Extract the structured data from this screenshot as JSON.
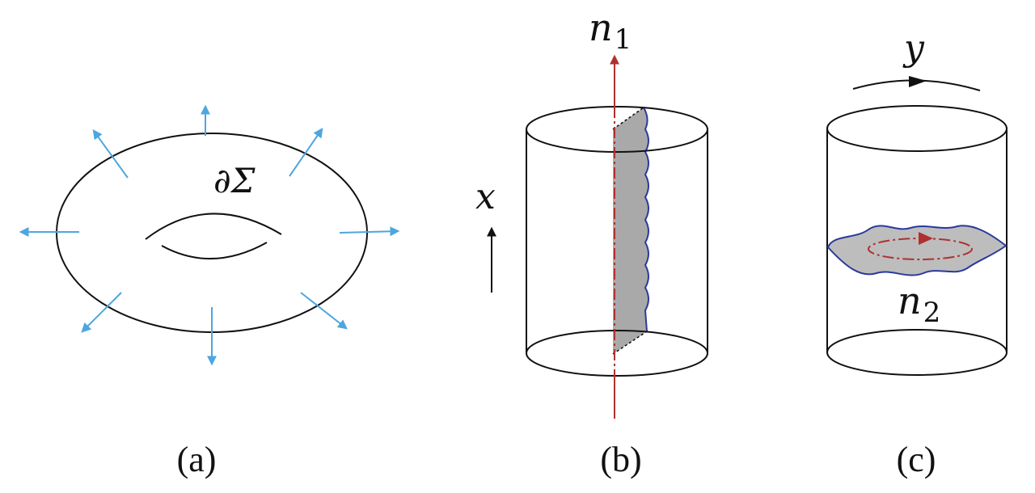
{
  "panels": {
    "a": {
      "caption": "(a)",
      "boundary_label": "∂Σ",
      "normal_arrow_color": "#4da6e0"
    },
    "b": {
      "caption": "(b)",
      "defect_label": "n",
      "defect_subscript": "1",
      "direction_label": "x",
      "defect_line_color": "#b03030",
      "membrane_fill": "#a9a9a9",
      "membrane_edge_color": "#2a3a9a"
    },
    "c": {
      "caption": "(c)",
      "loop_label": "n",
      "loop_subscript": "2",
      "direction_label": "y",
      "loop_color": "#b03030",
      "membrane_fill": "#bdbdbd",
      "membrane_edge_color": "#2a3a9a"
    }
  },
  "icons": [
    "normal-arrow-icon",
    "direction-arrow-icon",
    "circulation-arrow-icon"
  ]
}
